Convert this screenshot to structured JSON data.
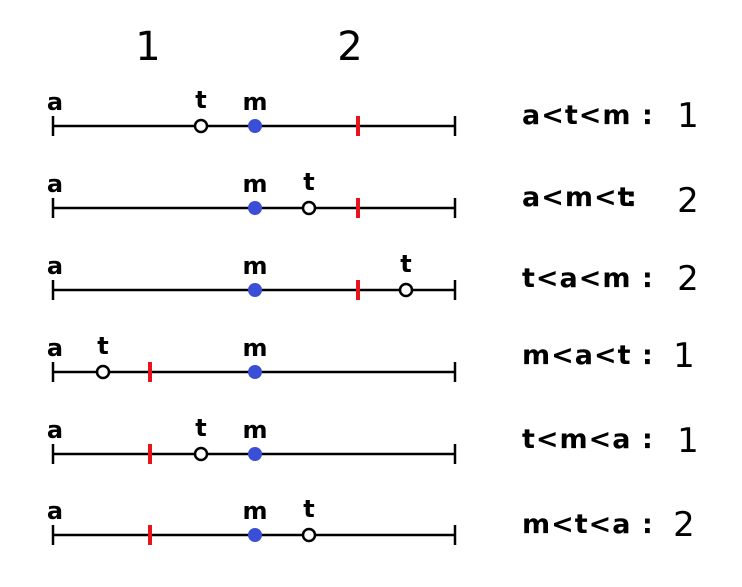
{
  "headers": [
    "1",
    "2"
  ],
  "colors": {
    "line": "#000000",
    "m_point": "#3b4fd6",
    "t_point": "#000000",
    "divider": "#e8141b"
  },
  "rows": [
    {
      "labels": [
        "a",
        "t",
        "m"
      ],
      "order": [
        "a",
        "t",
        "m"
      ],
      "condition": "a<t<m",
      "separator": ":",
      "result": "1"
    },
    {
      "labels": [
        "a",
        "m",
        "t"
      ],
      "order": [
        "a",
        "m",
        "t"
      ],
      "condition": "a<m<t",
      "separator": ":",
      "result": "2"
    },
    {
      "labels": [
        "a",
        "m",
        "t"
      ],
      "order": [
        "t",
        "a",
        "m"
      ],
      "condition": "t<a<m",
      "separator": ":",
      "result": "2"
    },
    {
      "labels": [
        "a",
        "t",
        "m"
      ],
      "order": [
        "m",
        "a",
        "t"
      ],
      "condition": "m<a<t",
      "separator": ":",
      "result": "1"
    },
    {
      "labels": [
        "a",
        "t",
        "m"
      ],
      "order": [
        "t",
        "m",
        "a"
      ],
      "condition": "t<m<a",
      "separator": ":",
      "result": "1"
    },
    {
      "labels": [
        "a",
        "m",
        "t"
      ],
      "order": [
        "m",
        "t",
        "a"
      ],
      "condition": "m<t<a",
      "separator": ":",
      "result": "2"
    }
  ]
}
